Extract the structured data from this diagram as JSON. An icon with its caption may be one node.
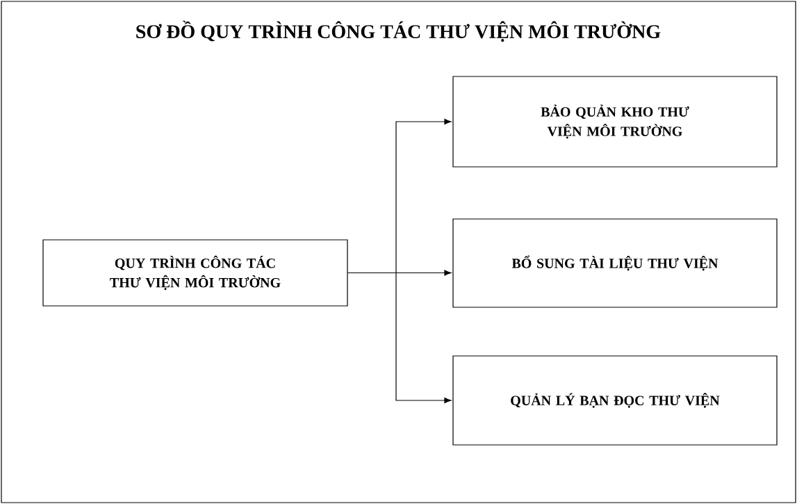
{
  "diagram": {
    "title": "SƠ ĐỒ QUY TRÌNH CÔNG TÁC THƯ VIỆN MÔI TRƯỜNG",
    "nodes": [
      {
        "text": [
          "QUY TRÌNH CÔNG TÁC THƯ VIỆN MÔI TRƯỜNG"
        ]
      },
      {
        "text": [
          "BẢO QUẢN KHO THƯ VIỆN MÔI TRƯỜNG"
        ]
      },
      {
        "text": [
          "BỔ SUNG TÀI LIỆU THƯ VIỆN"
        ]
      },
      {
        "text": [
          "QUẢN LÝ BẠN ĐỌC THƯ VIỆN"
        ]
      }
    ],
    "edges": [
      {
        "from": 0,
        "to": 1,
        "arrow": "to"
      },
      {
        "from": 0,
        "to": 2,
        "arrow": "to"
      },
      {
        "from": 0,
        "to": 3,
        "arrow": "to"
      }
    ]
  }
}
